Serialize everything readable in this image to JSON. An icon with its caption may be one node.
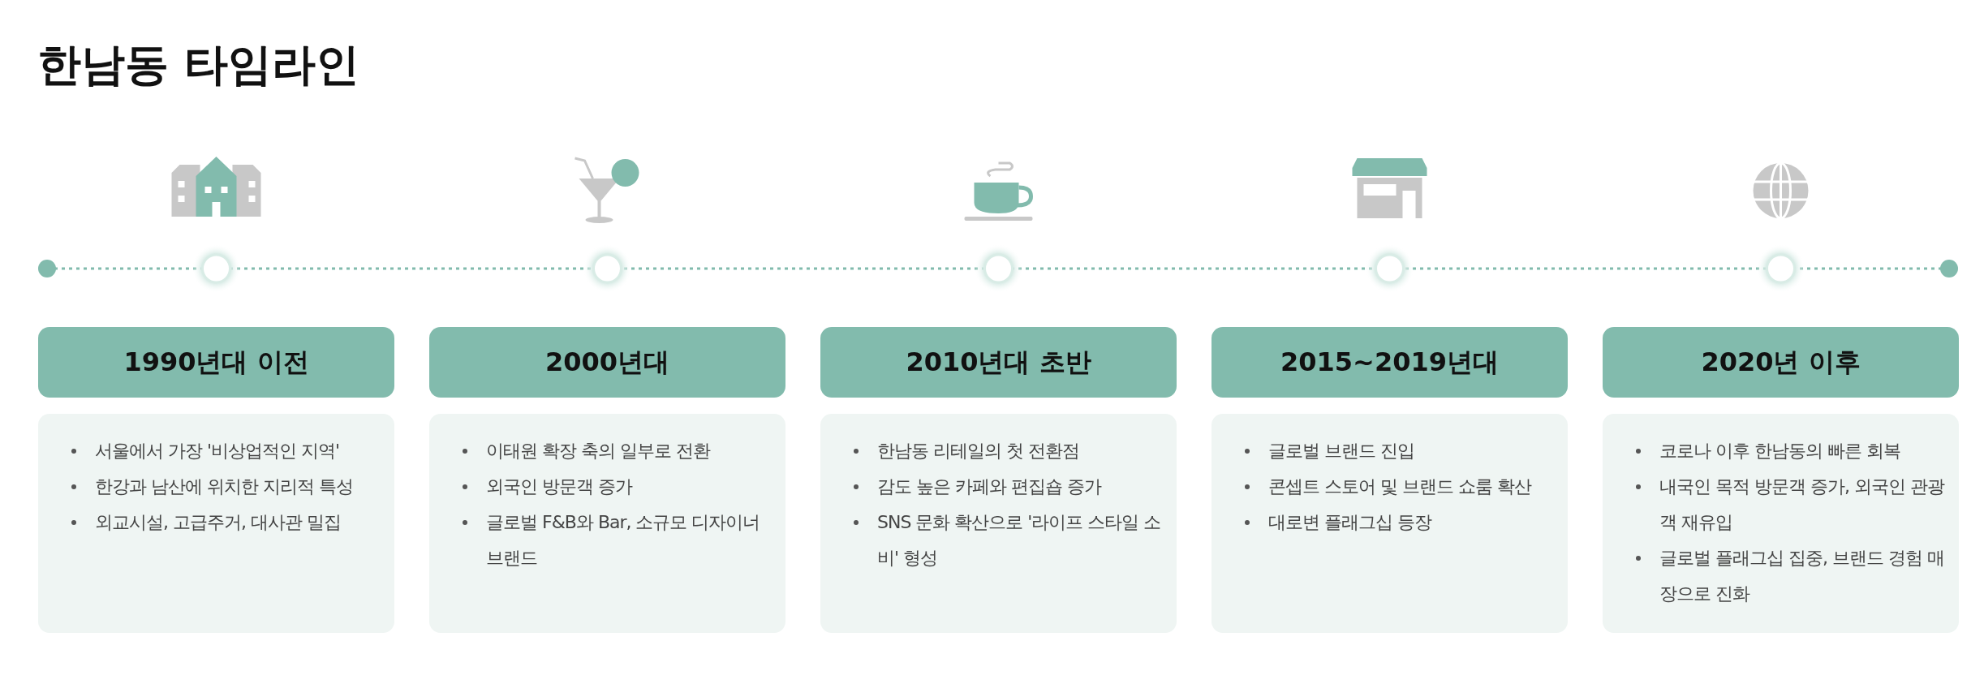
{
  "diagram": {
    "title": "한남동 타임라인",
    "nodes": [
      {
        "text": [
          "1990년대 이전"
        ]
      },
      {
        "text": [
          "서울에서 가장 '비상업적인 지역'",
          "한강과 남산에 위치한 지리적 특성",
          "외교시설, 고급주거, 대사관 밀집"
        ]
      },
      {
        "text": [
          "2000년대"
        ]
      },
      {
        "text": [
          "이태원 확장 축의 일부로 전환",
          "외국인 방문객 증가",
          "글로벌 F&B와 Bar, 소규모 디자이너 브랜드"
        ]
      },
      {
        "text": [
          "2010년대 초반"
        ]
      },
      {
        "text": [
          "한남동 리테일의 첫 전환점",
          "감도 높은 카페와 편집숍 증가",
          "SNS 문화 확산으로 '라이프 스타일 소비' 형성"
        ]
      },
      {
        "text": [
          "2015~2019년대"
        ]
      },
      {
        "text": [
          "글로벌 브랜드 진입",
          "콘셉트 스토어 및 브랜드 쇼룸 확산",
          "대로변 플래그십 등장"
        ]
      },
      {
        "text": [
          "2020년 이후"
        ]
      },
      {
        "text": [
          "코로나 이후 한남동의 빠른 회복",
          "내국인 목적 방문객 증가, 외국인 관광객 재유입",
          "글로벌 플래그십 집중, 브랜드 경험 매장으로 진화"
        ]
      }
    ]
  }
}
